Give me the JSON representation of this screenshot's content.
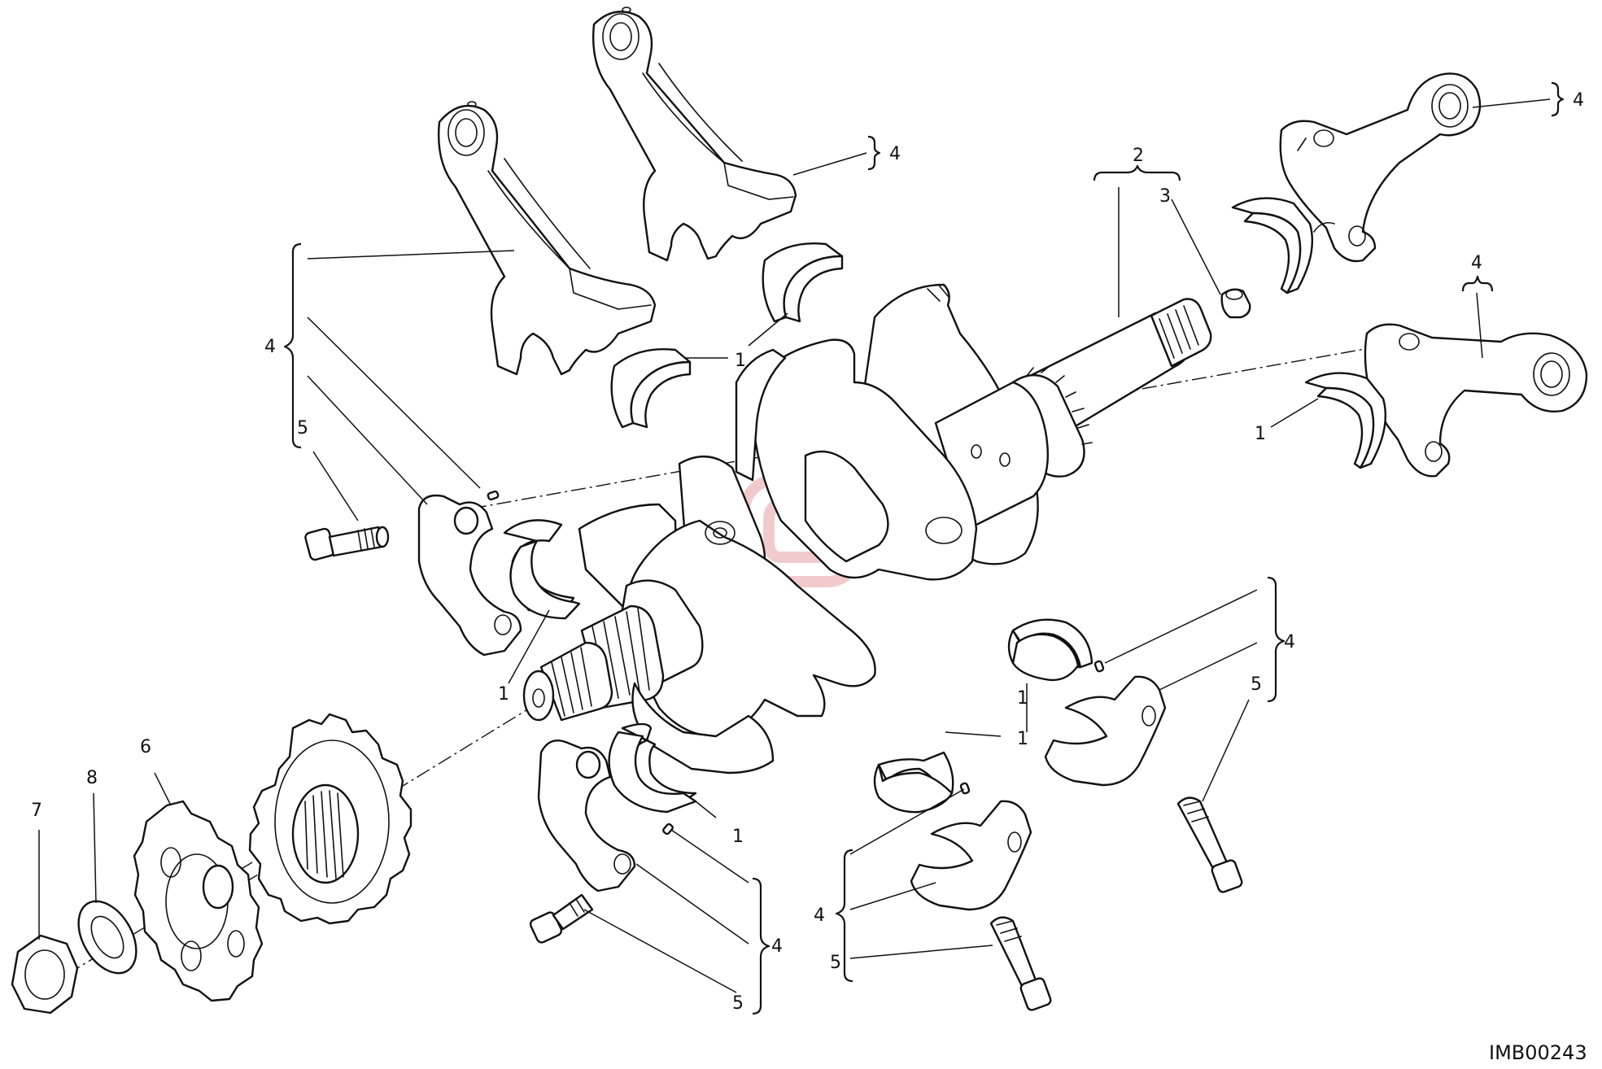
{
  "diagram": {
    "drawing_code": "IMB00243",
    "callouts": {
      "c1": "1",
      "c2": "1",
      "c3": "1",
      "c4": "1",
      "c5": "1",
      "c6": "1",
      "c2b": "2",
      "c3b": "3",
      "c4a": "4",
      "c4b": "4",
      "c4c": "4",
      "c4d": "4",
      "c4e": "4",
      "c4f": "4",
      "c4g": "4",
      "c5a": "5",
      "c5b": "5",
      "c5c": "5",
      "c5d": "5",
      "c6b": "6",
      "c7": "7",
      "c8": "8"
    }
  }
}
